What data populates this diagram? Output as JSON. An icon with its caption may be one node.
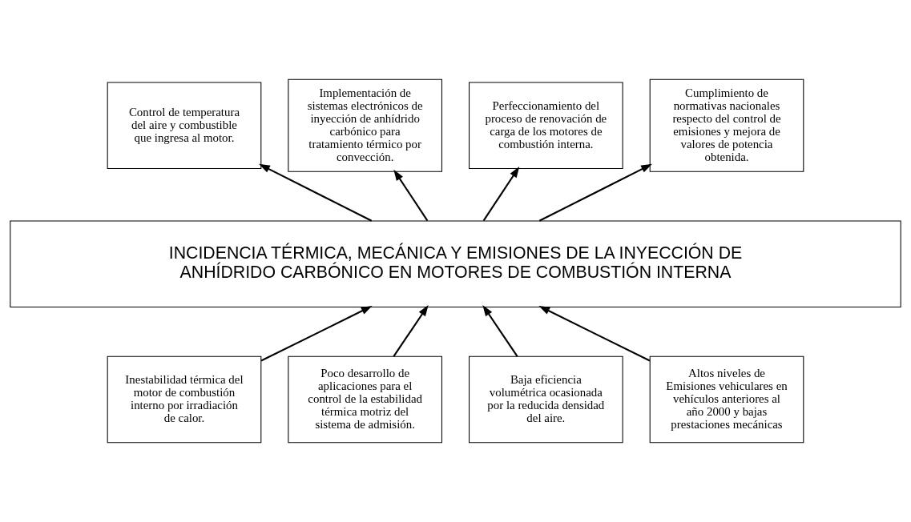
{
  "diagram": {
    "nodes": [
      {
        "text": [
          "Control de temperatura del aire y combustible que ingresa al motor."
        ]
      },
      {
        "text": [
          "Implementación de sistemas electrónicos de inyección de anhídrido carbónico para tratamiento térmico por convección."
        ]
      },
      {
        "text": [
          "Perfeccionamiento del proceso de renovación de carga de los motores de combustión interna."
        ]
      },
      {
        "text": [
          "Cumplimiento de normativas nacionales respecto del control de emisiones y mejora de valores de potencia obtenida."
        ]
      },
      {
        "text": [
          "INCIDENCIA TÉRMICA, MECÁNICA Y EMISIONES DE LA INYECCIÓN DE ANHÍDRIDO CARBÓNICO EN MOTORES DE COMBUSTIÓN INTERNA"
        ]
      },
      {
        "text": [
          "Inestabilidad térmica del motor de combustión interno por irradiación de calor."
        ]
      },
      {
        "text": [
          "Poco desarrollo de aplicaciones para el control de la estabilidad térmica motriz del sistema de admisión."
        ]
      },
      {
        "text": [
          "Baja eficiencia volumétrica ocasionada por la reducida densidad del aire."
        ]
      },
      {
        "text": [
          "Altos niveles de Emisiones vehiculares en vehículos anteriores al año 2000 y bajas prestaciones mecánicas"
        ]
      }
    ],
    "edges": [
      {
        "from": 4,
        "to": 0,
        "arrow": "to"
      },
      {
        "from": 4,
        "to": 1,
        "arrow": "to"
      },
      {
        "from": 4,
        "to": 2,
        "arrow": "to"
      },
      {
        "from": 4,
        "to": 3,
        "arrow": "to"
      },
      {
        "from": 5,
        "to": 4,
        "arrow": "to"
      },
      {
        "from": 6,
        "to": 4,
        "arrow": "to"
      },
      {
        "from": 7,
        "to": 4,
        "arrow": "to"
      },
      {
        "from": 8,
        "to": 4,
        "arrow": "to"
      }
    ]
  }
}
